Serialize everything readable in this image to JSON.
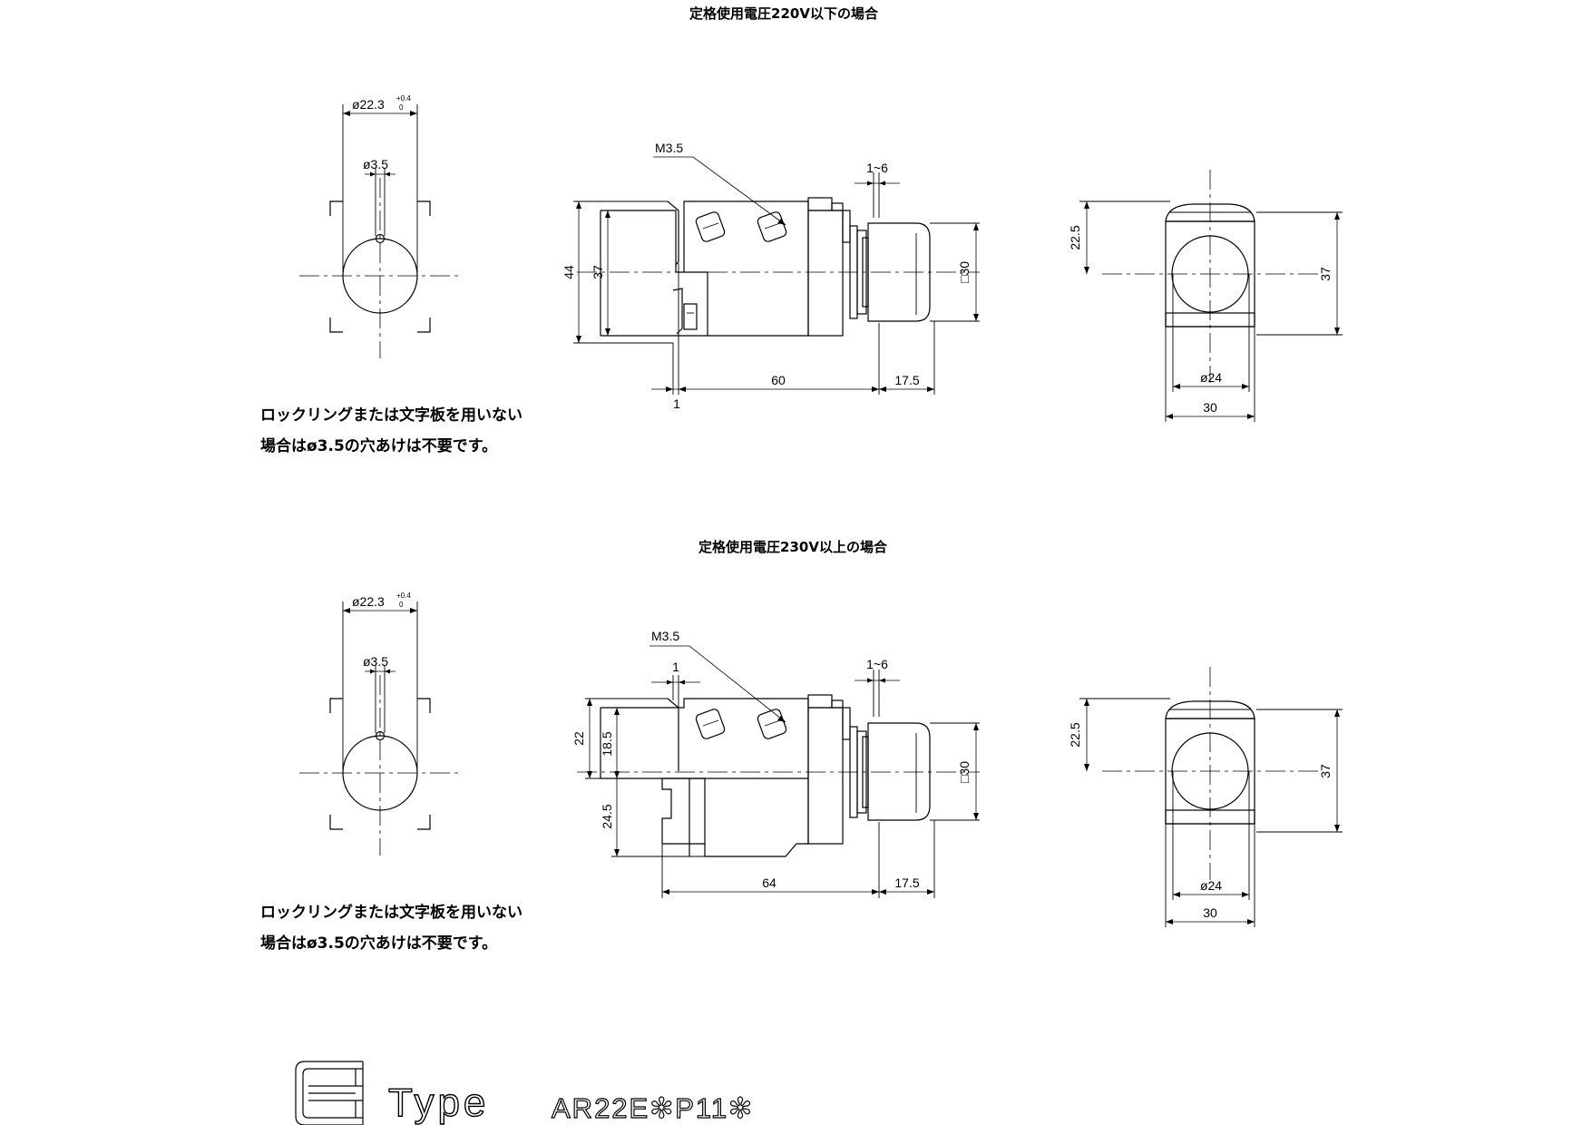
{
  "titles": {
    "top": "定格使用電圧220V以下の場合",
    "bottom": "定格使用電圧230V以上の場合"
  },
  "panel_cutout": {
    "dia_main": "ø22.3",
    "tol_plus": "+0.4",
    "tol_zero": "0",
    "dia_hole": "ø3.5"
  },
  "note": {
    "line1": "ロックリングまたは文字板を用いない",
    "line2": "場合はø3.5の穴あけは不要です。"
  },
  "side_top": {
    "screw": "M3.5",
    "panel_range": "1~6",
    "h_outer": "44",
    "h_inner": "37",
    "square": "□30",
    "len_body": "60",
    "len_button": "17.5",
    "panel_thk": "1"
  },
  "side_bottom": {
    "screw": "M3.5",
    "panel_range": "1~6",
    "panel_thk": "1",
    "h_upper_outer": "22",
    "h_upper_inner": "18.5",
    "h_lower": "24.5",
    "square": "□30",
    "len_body": "64",
    "len_button": "17.5"
  },
  "front_view": {
    "offset": "22.5",
    "height": "37",
    "dia": "ø24",
    "width": "30"
  },
  "footer": {
    "type_word": "Type",
    "model": "AR22E✻P11✻"
  },
  "icons": [
    "e-letter-logo"
  ]
}
